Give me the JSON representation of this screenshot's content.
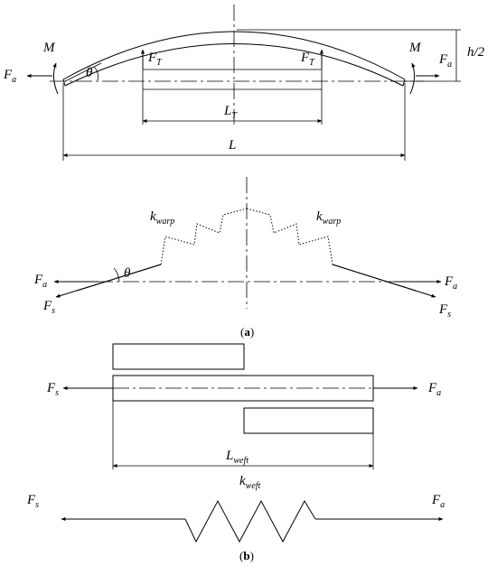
{
  "diagram_a": {
    "top": {
      "moment_left": "M",
      "moment_right": "M",
      "force_axial": "F",
      "force_axial_sub": "a",
      "angle": "θ",
      "tension": "F",
      "tension_sub": "T",
      "half_height": "h/2",
      "length_t": "L",
      "length_t_sub": "T",
      "length": "L"
    },
    "spring": {
      "stiffness": "k",
      "stiffness_sub": "warp",
      "force_axial": "F",
      "force_axial_sub": "a",
      "force_s": "F",
      "force_s_sub": "s",
      "angle": "θ"
    },
    "caption_open": "(",
    "caption_letter": "a",
    "caption_close": ")"
  },
  "diagram_b": {
    "force_s": "F",
    "force_s_sub": "s",
    "force_axial": "F",
    "force_axial_sub": "a",
    "length": "L",
    "length_sub": "weft",
    "stiffness": "k",
    "stiffness_sub": "weft",
    "caption_open": "(",
    "caption_letter": "b",
    "caption_close": ")"
  }
}
